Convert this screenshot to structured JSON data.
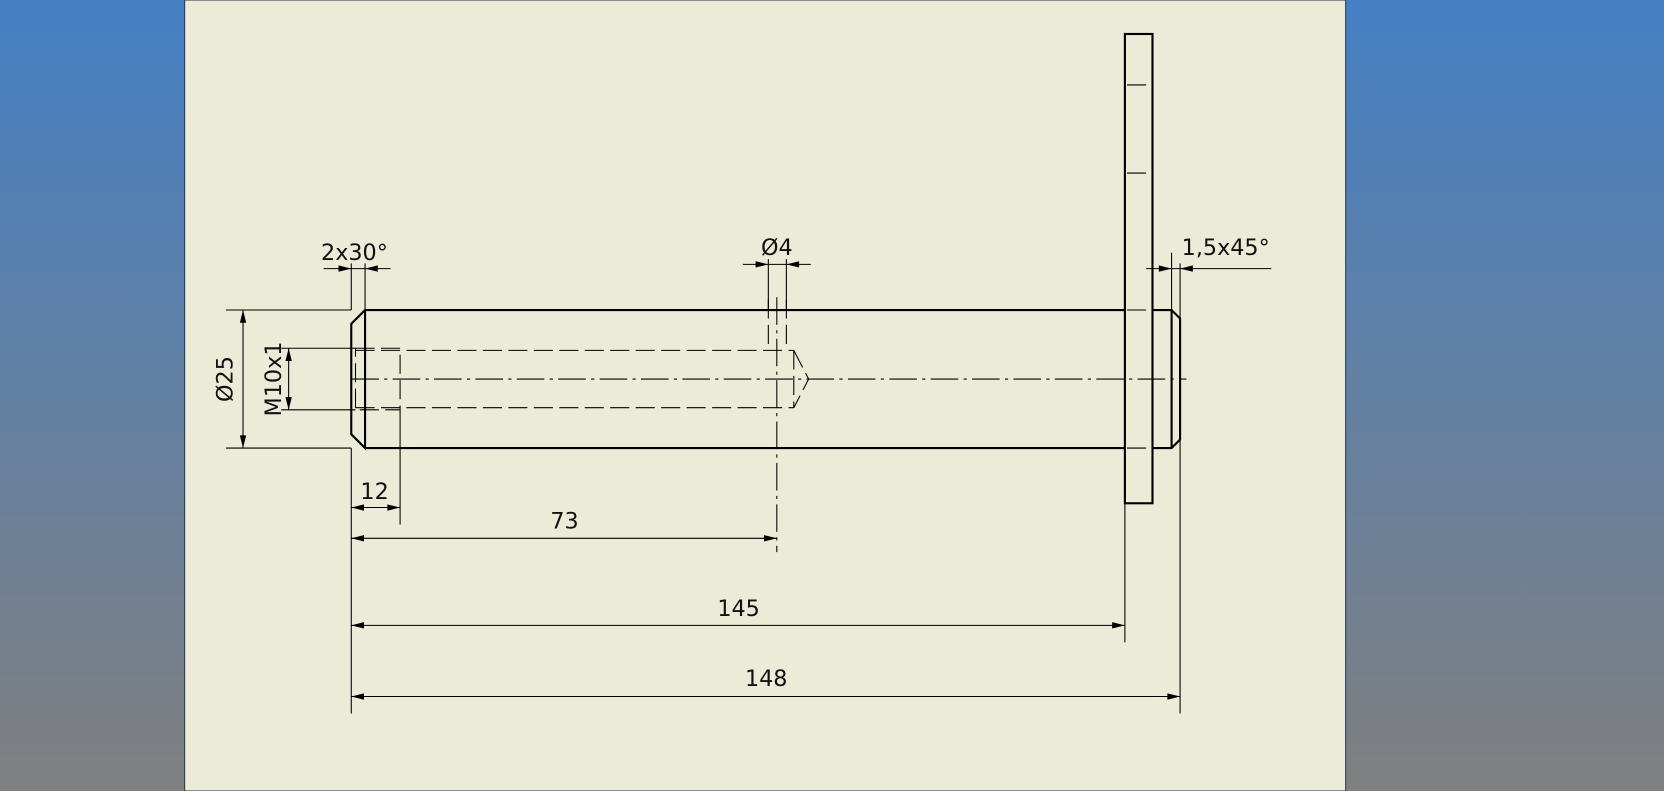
{
  "drawing": {
    "colors": {
      "paper": "#ecebd8",
      "background_top": "#4580c4",
      "background_bottom": "#808080",
      "line": "#000000"
    },
    "dimensions": {
      "diameter_shaft": "Ø25",
      "thread": "M10x1",
      "chamfer_left": "2x30°",
      "cross_hole": "Ø4",
      "chamfer_right": "1,5x45°",
      "thread_depth": "12",
      "hole_position": "73",
      "flange_position": "145",
      "overall_length": "148"
    }
  }
}
